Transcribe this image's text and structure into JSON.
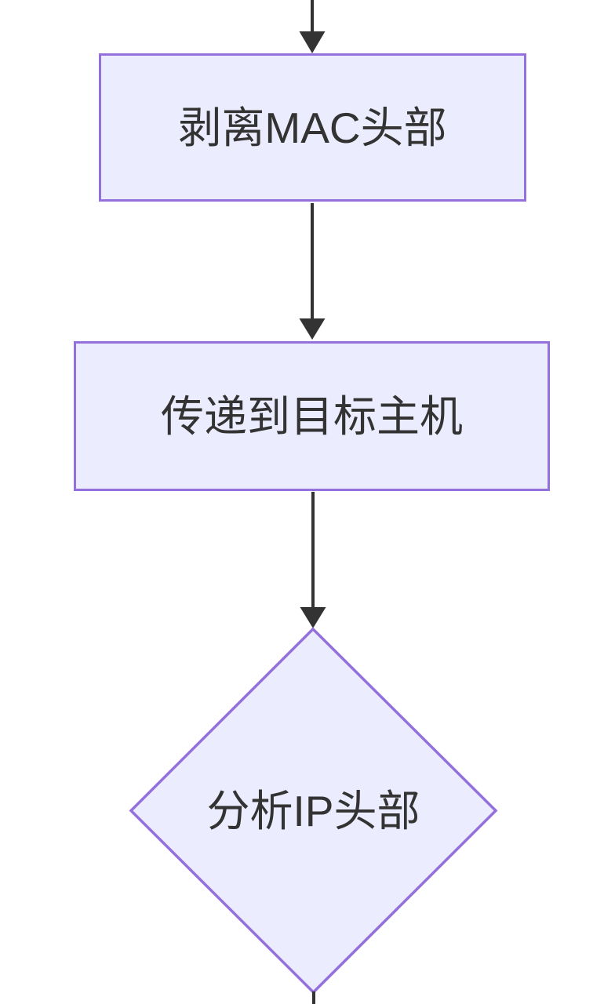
{
  "diagram": {
    "kind": "flowchart",
    "direction": "top-to-bottom",
    "nodes": [
      {
        "id": "strip_mac_header",
        "shape": "rectangle",
        "label": "剥离MAC头部"
      },
      {
        "id": "deliver_to_host",
        "shape": "rectangle",
        "label": "传递到目标主机"
      },
      {
        "id": "analyze_ip_header",
        "shape": "diamond",
        "label": "分析IP头部"
      }
    ],
    "edges": [
      {
        "from": "offscreen-above",
        "to": "strip_mac_header",
        "arrowhead": true
      },
      {
        "from": "strip_mac_header",
        "to": "deliver_to_host",
        "arrowhead": true
      },
      {
        "from": "deliver_to_host",
        "to": "analyze_ip_header",
        "arrowhead": true
      },
      {
        "from": "analyze_ip_header",
        "to": "offscreen-below",
        "arrowhead": false
      }
    ],
    "colors": {
      "node_fill": "#ECECFF",
      "node_border": "#9370DB",
      "edge_stroke": "#333333",
      "label_text": "#333333",
      "background": "#FFFFFF"
    }
  }
}
